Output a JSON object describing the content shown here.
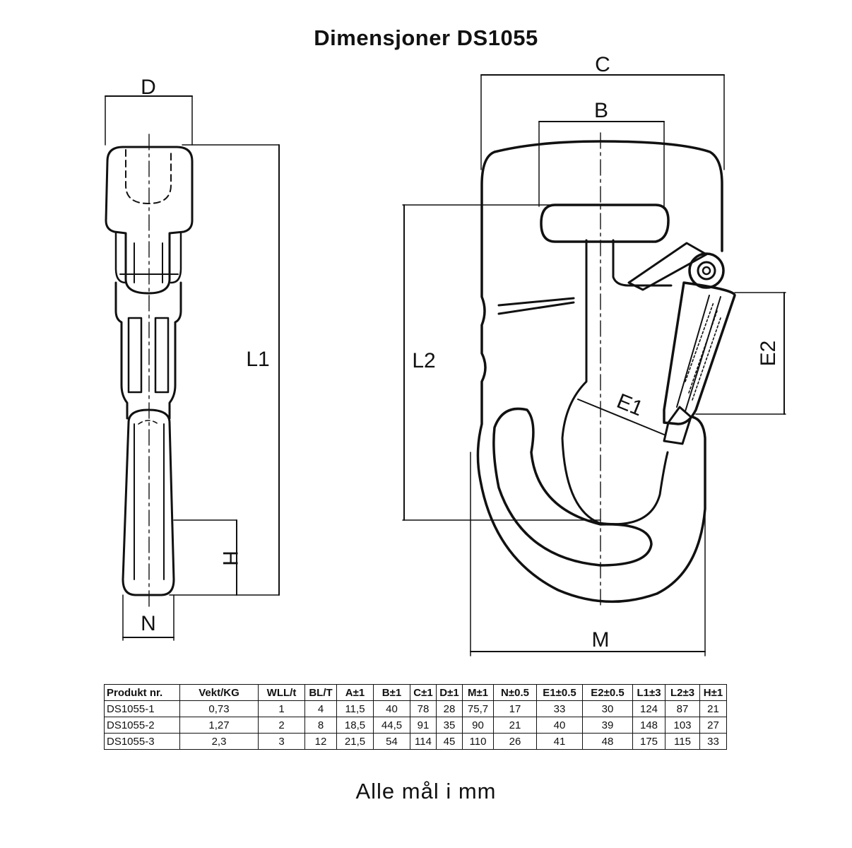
{
  "title": "Dimensjoner DS1055",
  "labels": {
    "D": "D",
    "L1": "L1",
    "H": "H",
    "N": "N",
    "C": "C",
    "B": "B",
    "L2": "L2",
    "E1": "E1",
    "E2": "E2",
    "M": "M"
  },
  "table": {
    "headers": [
      "Produkt nr.",
      "Vekt/KG",
      "WLL/t",
      "BL/T",
      "A±1",
      "B±1",
      "C±1",
      "D±1",
      "M±1",
      "N±0.5",
      "E1±0.5",
      "E2±0.5",
      "L1±3",
      "L2±3",
      "H±1"
    ],
    "rows": [
      [
        "DS1055-1",
        "0,73",
        "1",
        "4",
        "11,5",
        "40",
        "78",
        "28",
        "75,7",
        "17",
        "33",
        "30",
        "124",
        "87",
        "21"
      ],
      [
        "DS1055-2",
        "1,27",
        "2",
        "8",
        "18,5",
        "44,5",
        "91",
        "35",
        "90",
        "21",
        "40",
        "39",
        "148",
        "103",
        "27"
      ],
      [
        "DS1055-3",
        "2,3",
        "3",
        "12",
        "21,5",
        "54",
        "114",
        "45",
        "110",
        "26",
        "41",
        "48",
        "175",
        "115",
        "33"
      ]
    ]
  },
  "footnote": "Alle mål i mm"
}
